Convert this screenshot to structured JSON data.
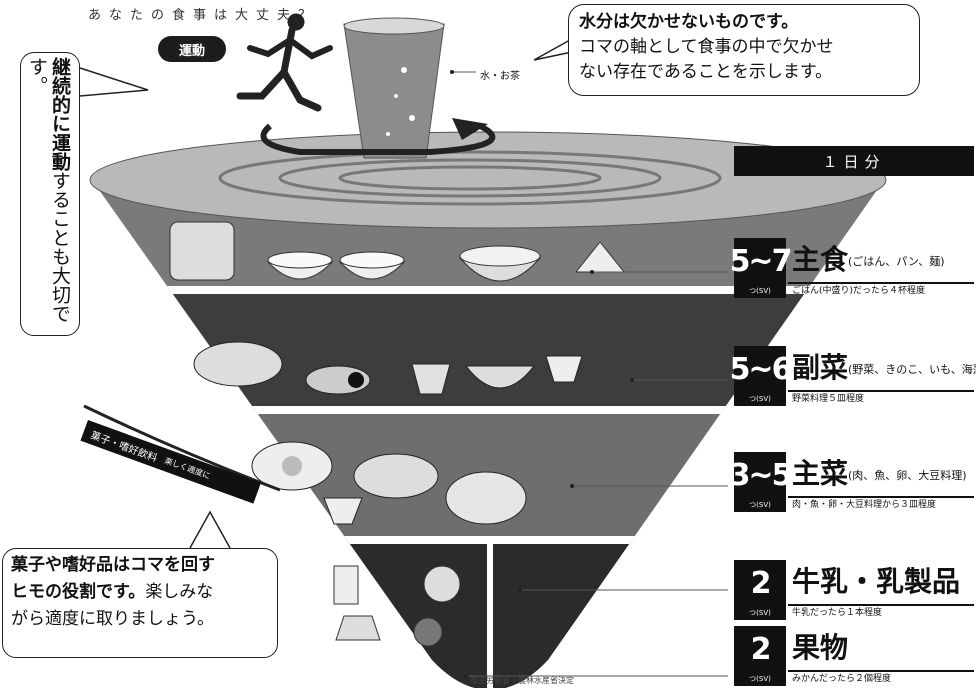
{
  "top_title": "あなたの食事は大丈夫？",
  "exercise_badge": "運動",
  "water": {
    "label": "水・お茶",
    "callout_title": "水分は欠かせないものです。",
    "callout_line1": "コマの軸として食事の中で欠かせ",
    "callout_line2": "ない存在であることを示します。"
  },
  "exercise_callout": {
    "bold": "継続的に運動",
    "rest": "することも大切です。"
  },
  "snack_callout": {
    "bold_line1": "菓子や嗜好品はコマを回す",
    "bold_line2": "ヒモの役割です。",
    "rest_line2": "楽しみな",
    "line3": "がら適度に取りましょう。"
  },
  "snack_ribbon": {
    "label": "菓子・嗜好飲料",
    "sub": "楽しく適度に"
  },
  "daily_header": "１日分",
  "legend": [
    {
      "amount": "5~7",
      "unit": "つ(SV)",
      "name": "主食",
      "sub": "(ごはん、パン、麺)",
      "note": "ごはん(中盛り)だったら４杯程度"
    },
    {
      "amount": "5~6",
      "unit": "つ(SV)",
      "name": "副菜",
      "sub": "(野菜、きのこ、いも、海藻料理)",
      "note": "野菜料理５皿程度"
    },
    {
      "amount": "3~5",
      "unit": "つ(SV)",
      "name": "主菜",
      "sub": "(肉、魚、卵、大豆料理)",
      "note": "肉・魚・卵・大豆料理から３皿程度"
    },
    {
      "amount": "2",
      "unit": "つ(SV)",
      "name": "牛乳・乳製品",
      "sub": "",
      "note": "牛乳だったら１本程度"
    },
    {
      "amount": "2",
      "unit": "つ(SV)",
      "name": "果物",
      "sub": "",
      "note": "みかんだったら２個程度"
    }
  ],
  "source": "厚生労働省・農林水産省決定",
  "colors": {
    "top_disc": "#b9b9b9",
    "grain_band": "#7a7a7a",
    "veg_band": "#3d3d3d",
    "main_band": "#6e6e6e",
    "dairy_fruit_band": "#2b2b2b",
    "dark": "#111111"
  }
}
